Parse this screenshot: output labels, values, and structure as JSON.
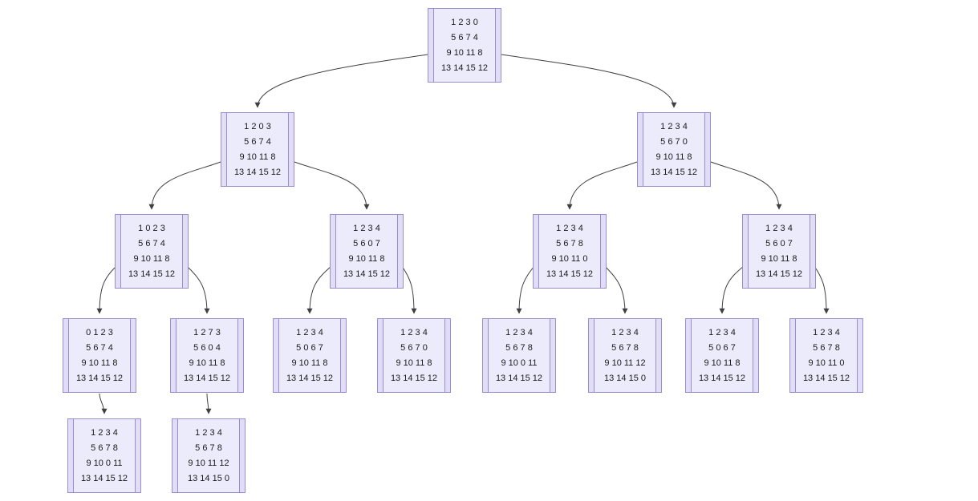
{
  "diagram": {
    "colors": {
      "node_fill": "#ecebfb",
      "node_strip": "#e2ddf6",
      "node_border": "#9b8ccc",
      "edge": "#404040",
      "text": "#1a1a1a",
      "background": "#ffffff"
    },
    "nodes": [
      {
        "id": "root",
        "rows": [
          "1 2 3 0",
          "5 6 7 4",
          "9 10 11 8",
          "13 14 15 12"
        ]
      },
      {
        "id": "l2a",
        "rows": [
          "1 2 0 3",
          "5 6 7 4",
          "9 10 11 8",
          "13 14 15 12"
        ]
      },
      {
        "id": "l2b",
        "rows": [
          "1 2 3 4",
          "5 6 7 0",
          "9 10 11 8",
          "13 14 15 12"
        ]
      },
      {
        "id": "l3a",
        "rows": [
          "1 0 2 3",
          "5 6 7 4",
          "9 10 11 8",
          "13 14 15 12"
        ]
      },
      {
        "id": "l3b",
        "rows": [
          "1 2 3 4",
          "5 6 0 7",
          "9 10 11 8",
          "13 14 15 12"
        ]
      },
      {
        "id": "l3c",
        "rows": [
          "1 2 3 4",
          "5 6 7 8",
          "9 10 11 0",
          "13 14 15 12"
        ]
      },
      {
        "id": "l3d",
        "rows": [
          "1 2 3 4",
          "5 6 0 7",
          "9 10 11 8",
          "13 14 15 12"
        ]
      },
      {
        "id": "l4a",
        "rows": [
          "0 1 2 3",
          "5 6 7 4",
          "9 10 11 8",
          "13 14 15 12"
        ]
      },
      {
        "id": "l4b",
        "rows": [
          "1 2 7 3",
          "5 6 0 4",
          "9 10 11 8",
          "13 14 15 12"
        ]
      },
      {
        "id": "l4c",
        "rows": [
          "1 2 3 4",
          "5 0 6 7",
          "9 10 11 8",
          "13 14 15 12"
        ]
      },
      {
        "id": "l4d",
        "rows": [
          "1 2 3 4",
          "5 6 7 0",
          "9 10 11 8",
          "13 14 15 12"
        ]
      },
      {
        "id": "l4e",
        "rows": [
          "1 2 3 4",
          "5 6 7 8",
          "9 10 0 11",
          "13 14 15 12"
        ]
      },
      {
        "id": "l4f",
        "rows": [
          "1 2 3 4",
          "5 6 7 8",
          "9 10 11 12",
          "13 14 15 0"
        ]
      },
      {
        "id": "l4g",
        "rows": [
          "1 2 3 4",
          "5 0 6 7",
          "9 10 11 8",
          "13 14 15 12"
        ]
      },
      {
        "id": "l4h",
        "rows": [
          "1 2 3 4",
          "5 6 7 8",
          "9 10 11 0",
          "13 14 15 12"
        ]
      },
      {
        "id": "l5a",
        "rows": [
          "1 2 3 4",
          "5 6 7 8",
          "9 10 0 11",
          "13 14 15 12"
        ]
      },
      {
        "id": "l5b",
        "rows": [
          "1 2 3 4",
          "5 6 7 8",
          "9 10 11 12",
          "13 14 15 0"
        ]
      }
    ],
    "edges": [
      [
        "root",
        "l2a"
      ],
      [
        "root",
        "l2b"
      ],
      [
        "l2a",
        "l3a"
      ],
      [
        "l2a",
        "l3b"
      ],
      [
        "l2b",
        "l3c"
      ],
      [
        "l2b",
        "l3d"
      ],
      [
        "l3a",
        "l4a"
      ],
      [
        "l3a",
        "l4b"
      ],
      [
        "l3b",
        "l4c"
      ],
      [
        "l3b",
        "l4d"
      ],
      [
        "l3c",
        "l4e"
      ],
      [
        "l3c",
        "l4f"
      ],
      [
        "l3d",
        "l4g"
      ],
      [
        "l3d",
        "l4h"
      ],
      [
        "l4a",
        "l5a"
      ],
      [
        "l4b",
        "l5b"
      ]
    ]
  }
}
